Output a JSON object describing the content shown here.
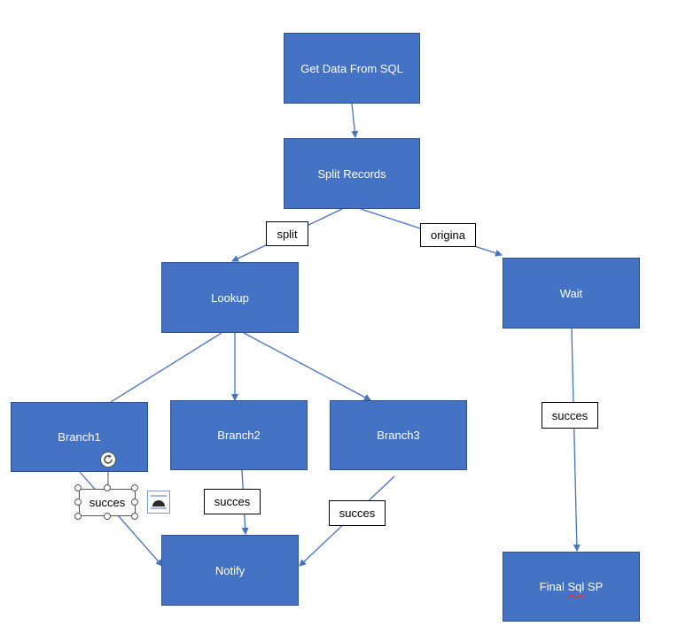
{
  "nodes": {
    "get_data": "Get Data From SQL",
    "split_records": "Split Records",
    "lookup": "Lookup",
    "wait": "Wait",
    "branch1": "Branch1",
    "branch2": "Branch2",
    "branch3": "Branch3",
    "notify": "Notify",
    "final_sql_sp": {
      "prefix": "Final ",
      "misspelled": "Sql",
      "suffix": " SP"
    }
  },
  "edge_labels": {
    "split": "split",
    "original": "origina",
    "success_branch1": "succes",
    "success_branch2": "succes",
    "success_branch3": "succes",
    "success_wait": "succes"
  },
  "colors": {
    "node_fill": "#4472c4",
    "node_border": "#2f528f",
    "connector": "#4472c4",
    "spellcheck": "#e03030"
  },
  "icons": {
    "rotate": "rotate-handle-icon",
    "layout_options": "layout-options-icon"
  }
}
